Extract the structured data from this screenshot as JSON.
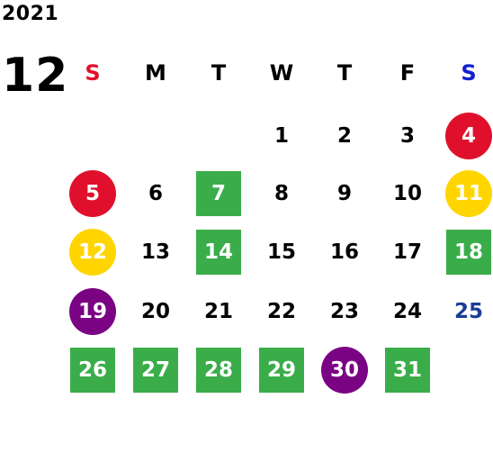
{
  "year": "2021",
  "month": "12",
  "colors": {
    "red": "#e0102c",
    "yellow": "#ffd500",
    "purple": "#7a0383",
    "green": "#3aad4a",
    "sunday_header": "#e0102c",
    "saturday_header": "#1020d0",
    "blue_text": "#1a3d96"
  },
  "weekdays": [
    {
      "label": "S",
      "style": "sunday"
    },
    {
      "label": "M"
    },
    {
      "label": "T"
    },
    {
      "label": "W"
    },
    {
      "label": "T"
    },
    {
      "label": "F"
    },
    {
      "label": "S",
      "style": "saturday"
    }
  ],
  "weeks": [
    [
      null,
      null,
      null,
      {
        "day": "1"
      },
      {
        "day": "2"
      },
      {
        "day": "3"
      },
      {
        "day": "4",
        "mark": "circle",
        "color": "red"
      }
    ],
    [
      {
        "day": "5",
        "mark": "circle",
        "color": "red"
      },
      {
        "day": "6"
      },
      {
        "day": "7",
        "mark": "square",
        "color": "green"
      },
      {
        "day": "8"
      },
      {
        "day": "9"
      },
      {
        "day": "10"
      },
      {
        "day": "11",
        "mark": "circle",
        "color": "yellow"
      }
    ],
    [
      {
        "day": "12",
        "mark": "circle",
        "color": "yellow"
      },
      {
        "day": "13"
      },
      {
        "day": "14",
        "mark": "square",
        "color": "green"
      },
      {
        "day": "15"
      },
      {
        "day": "16"
      },
      {
        "day": "17"
      },
      {
        "day": "18",
        "mark": "square",
        "color": "green"
      }
    ],
    [
      {
        "day": "19",
        "mark": "circle",
        "color": "purple"
      },
      {
        "day": "20"
      },
      {
        "day": "21"
      },
      {
        "day": "22"
      },
      {
        "day": "23"
      },
      {
        "day": "24"
      },
      {
        "day": "25",
        "text_color": "blue_text"
      }
    ],
    [
      {
        "day": "26",
        "mark": "square",
        "color": "green"
      },
      {
        "day": "27",
        "mark": "square",
        "color": "green"
      },
      {
        "day": "28",
        "mark": "square",
        "color": "green"
      },
      {
        "day": "29",
        "mark": "square",
        "color": "green"
      },
      {
        "day": "30",
        "mark": "circle",
        "color": "purple"
      },
      {
        "day": "31",
        "mark": "square",
        "color": "green"
      },
      null
    ]
  ]
}
